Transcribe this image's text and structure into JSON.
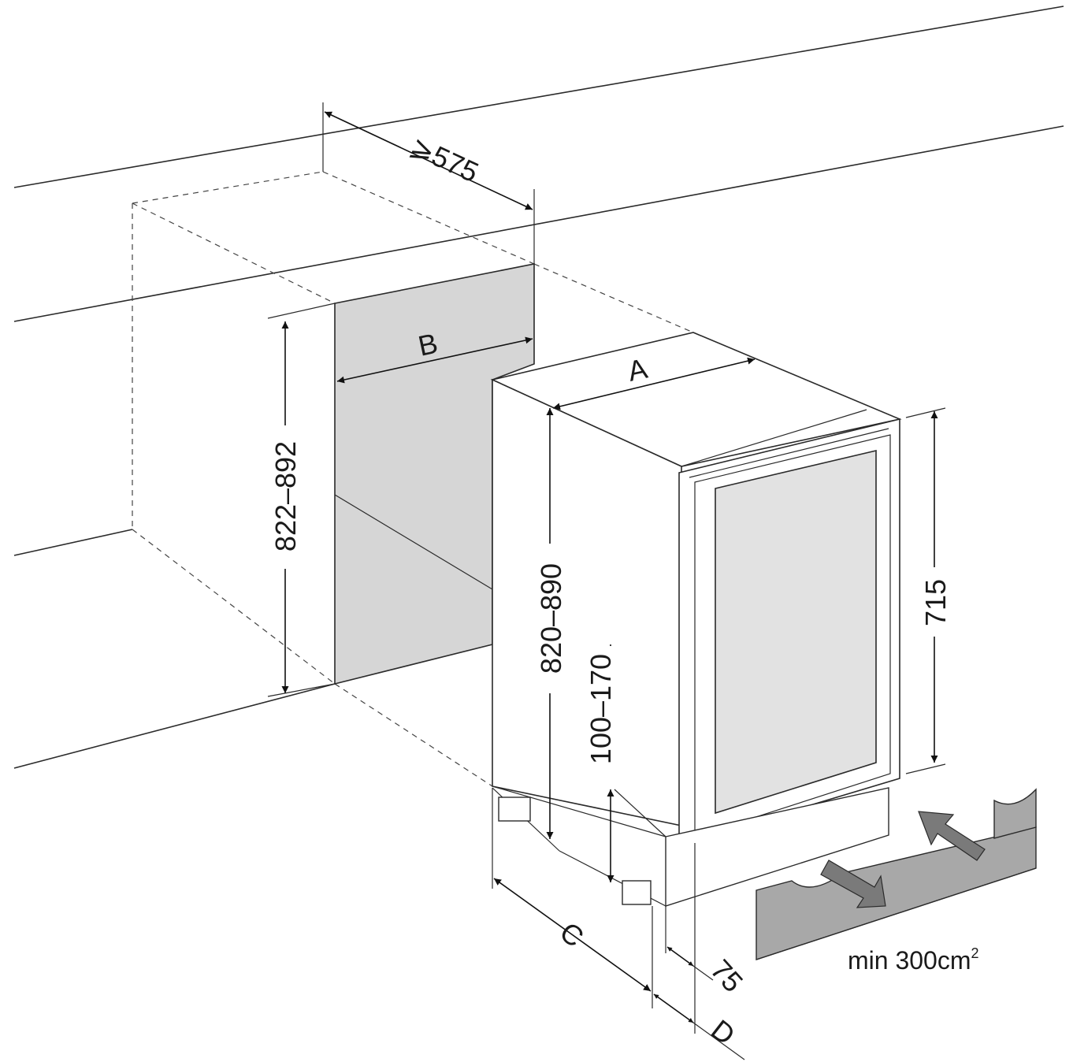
{
  "labels": {
    "depth_min": "⩾575",
    "b": "B",
    "a": "A",
    "niche_height": "822–892",
    "unit_height": "820–890",
    "plinth_height": "100–170",
    "door_height": "715",
    "c": "C",
    "d": "D",
    "offset": "75",
    "vent_area": "min 300cm",
    "vent_area_sup": "2"
  },
  "colors": {
    "line": "#2a2a2a",
    "niche_fill": "#d6d6d6",
    "grille_fill": "#a8a8a8",
    "arrow_fill": "#7a7a7a"
  }
}
